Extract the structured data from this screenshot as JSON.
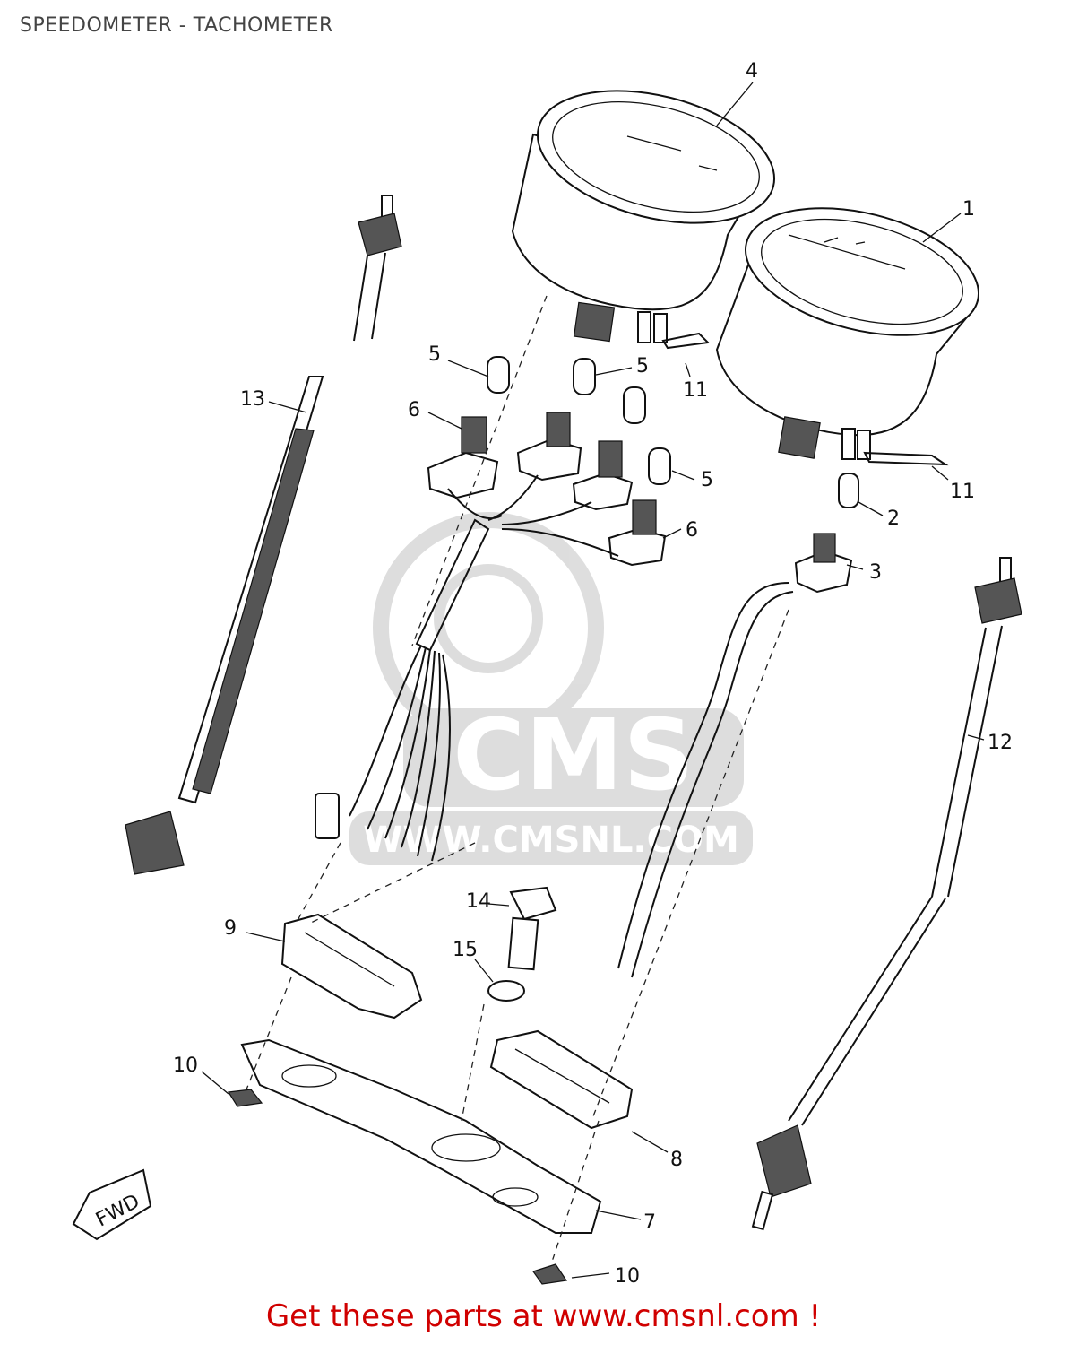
{
  "header": {
    "title": "SPEEDOMETER - TACHOMETER"
  },
  "watermark": {
    "logo_text": "CMS",
    "url_text": "WWW.CMSNL.COM"
  },
  "callouts": [
    {
      "id": "c1",
      "label": "1"
    },
    {
      "id": "c2",
      "label": "2"
    },
    {
      "id": "c3",
      "label": "3"
    },
    {
      "id": "c4",
      "label": "4"
    },
    {
      "id": "c5a",
      "label": "5"
    },
    {
      "id": "c5b",
      "label": "5"
    },
    {
      "id": "c5c",
      "label": "5"
    },
    {
      "id": "c6a",
      "label": "6"
    },
    {
      "id": "c6b",
      "label": "6"
    },
    {
      "id": "c7",
      "label": "7"
    },
    {
      "id": "c8",
      "label": "8"
    },
    {
      "id": "c9",
      "label": "9"
    },
    {
      "id": "c10a",
      "label": "10"
    },
    {
      "id": "c10b",
      "label": "10"
    },
    {
      "id": "c11a",
      "label": "11"
    },
    {
      "id": "c11b",
      "label": "11"
    },
    {
      "id": "c12",
      "label": "12"
    },
    {
      "id": "c13",
      "label": "13"
    },
    {
      "id": "c14",
      "label": "14"
    },
    {
      "id": "c15",
      "label": "15"
    }
  ],
  "fwd_label": "FWD",
  "footer": {
    "text": "Get these parts at www.cmsnl.com !"
  }
}
